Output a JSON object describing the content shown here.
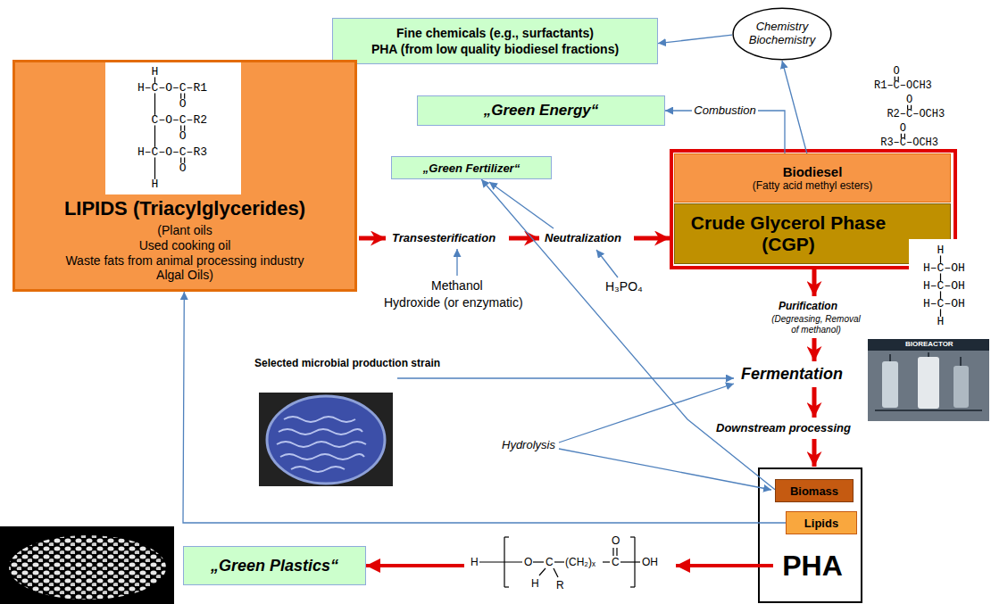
{
  "diagram": {
    "nodes": [
      {
        "text": [
          "Fine chemicals (e.g., surfactants)",
          "PHA (from low quality biodiesel fractions)"
        ]
      },
      {
        "text": [
          "Chemistry Biochemistry"
        ]
      },
      {
        "text": [
          "„Green Energy“"
        ]
      },
      {
        "text": [
          "„Green Fertilizer“"
        ]
      },
      {
        "text": [
          "LIPIDS (Triacylglycerides)",
          "(Plant oils",
          "Used cooking oil",
          "Waste fats from animal processing industry",
          "Algal Oils)"
        ]
      },
      {
        "text": [
          "Biodiesel",
          "(Fatty acid methyl esters)"
        ]
      },
      {
        "text": [
          "Crude Glycerol Phase (CGP)"
        ]
      },
      {
        "text": [
          "Biomass"
        ]
      },
      {
        "text": [
          "Lipids"
        ]
      },
      {
        "text": [
          "PHA"
        ]
      },
      {
        "text": [
          "„Green Plastics“"
        ]
      }
    ],
    "edges": [
      {
        "from": 1,
        "to": 0,
        "arrow": "to"
      },
      {
        "from": 5,
        "to": 1,
        "arrow": "to"
      },
      {
        "from": 5,
        "to": 2,
        "label": "Combustion",
        "arrow": "to"
      },
      {
        "from": 7,
        "to": 3,
        "arrow": "to"
      },
      {
        "from": 8,
        "to": 4,
        "arrow": "to"
      },
      {
        "from": 9,
        "to": 10,
        "arrow": "to"
      }
    ],
    "labels": [
      "Transesterification",
      "Neutralization",
      "Methanol",
      "Hydroxide (or enzymatic)",
      "H₃PO₄",
      "Purification",
      "(Degreasing, Removal of methanol)",
      "Fermentation",
      "Downstream processing",
      "Hydrolysis",
      "Selected microbial production strain",
      "BIOREACTOR",
      "H",
      "H–C–O–C–R1",
      "O",
      "C–O–C–R2",
      "O",
      "H–C–O–C–R3",
      "O",
      "H",
      "O",
      "R1–C–OCH3",
      "O",
      "R2–C–OCH3",
      "O",
      "R3–C–OCH3",
      "H",
      "H–C–OH",
      "H–C–OH",
      "H–C–OH",
      "H",
      "H",
      "O",
      "C",
      "(CH₂)ₓ",
      "C",
      "OH",
      "O",
      "H",
      "R"
    ]
  }
}
